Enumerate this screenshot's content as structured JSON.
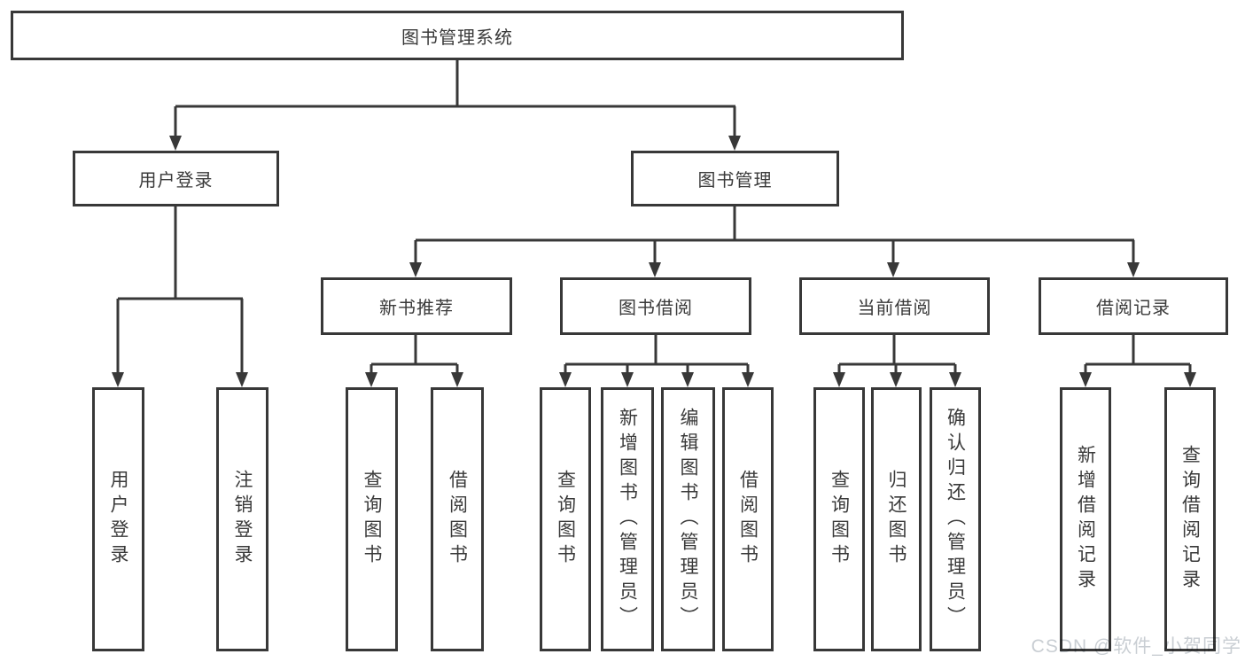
{
  "tree": {
    "root": "图书管理系统",
    "level2": [
      "用户登录",
      "图书管理"
    ],
    "level3": [
      "新书推荐",
      "图书借阅",
      "当前借阅",
      "借阅记录"
    ],
    "leaves": {
      "user_login": [
        "用户登录",
        "注销登录"
      ],
      "new_book": [
        "查询图书",
        "借阅图书"
      ],
      "book_borrow": [
        "查询图书",
        "新增图书（管理员）",
        "编辑图书（管理员）",
        "借阅图书"
      ],
      "current_borrow": [
        "查询图书",
        "归还图书",
        "确认归还（管理员）"
      ],
      "borrow_records": [
        "新增借阅记录",
        "查询借阅记录"
      ]
    }
  },
  "watermark": "CSDN @软件_小贺同学",
  "colors": {
    "line": "#383838",
    "box_border": "#383838",
    "text": "#3a3a3a",
    "background": "#ffffff",
    "watermark": "#c9ced3"
  }
}
